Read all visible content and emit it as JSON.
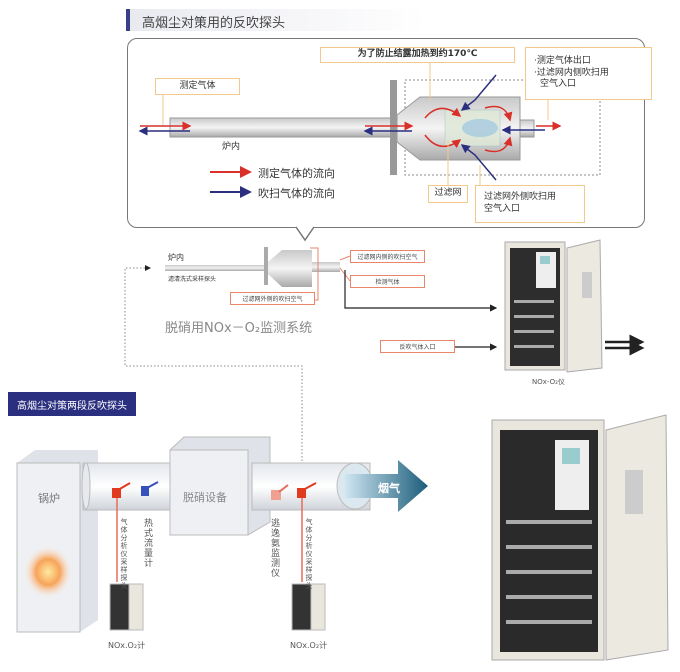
{
  "top_title": "高烟尘对策用的反吹探头",
  "detail": {
    "measured_gas": "测定气体",
    "heating_note": "为了防止结露加热到约170℃",
    "outlet_lines": [
      "·测定气体出口",
      "·过滤网内侧吹扫用",
      "空气入口"
    ],
    "furnace": "炉内",
    "legend": [
      {
        "label": "测定气体的流向",
        "color": "#d9302a"
      },
      {
        "label": "吹扫气体的流向",
        "color": "#2a2f7f"
      }
    ],
    "filter": "过滤网",
    "outer_purge_lines": [
      "过滤网外侧吹扫用",
      "空气入口"
    ]
  },
  "system": {
    "furnace": "炉内",
    "probe_name": "滤清洗式采样探头",
    "inner_purge": "过滤网内侧的吹扫空气",
    "detect_gas": "检测气体",
    "outer_purge": "过滤网外侧的吹扫空气",
    "title": "脱硝用NOx－O₂监测系统",
    "backblow_inlet": "反吹气体入口",
    "analyzer": "NOx-O₂仪"
  },
  "plant": {
    "title": "高烟尘对策两段反吹探头",
    "boiler": "锅炉",
    "denitration": "脱硝设备",
    "flue_gas": "烟气",
    "probe1": "气体分析仪采样探头",
    "flowmeter": "热式流量计",
    "ammonia": "逃逸氨监测仪",
    "probe2": "气体分析仪采样探头",
    "meter1": "NOx.O₂计",
    "meter2": "NOx.O₂计"
  },
  "colors": {
    "accent": "#2a2f7f",
    "red": "#d9302a",
    "callout_border": "#f2c98a"
  }
}
